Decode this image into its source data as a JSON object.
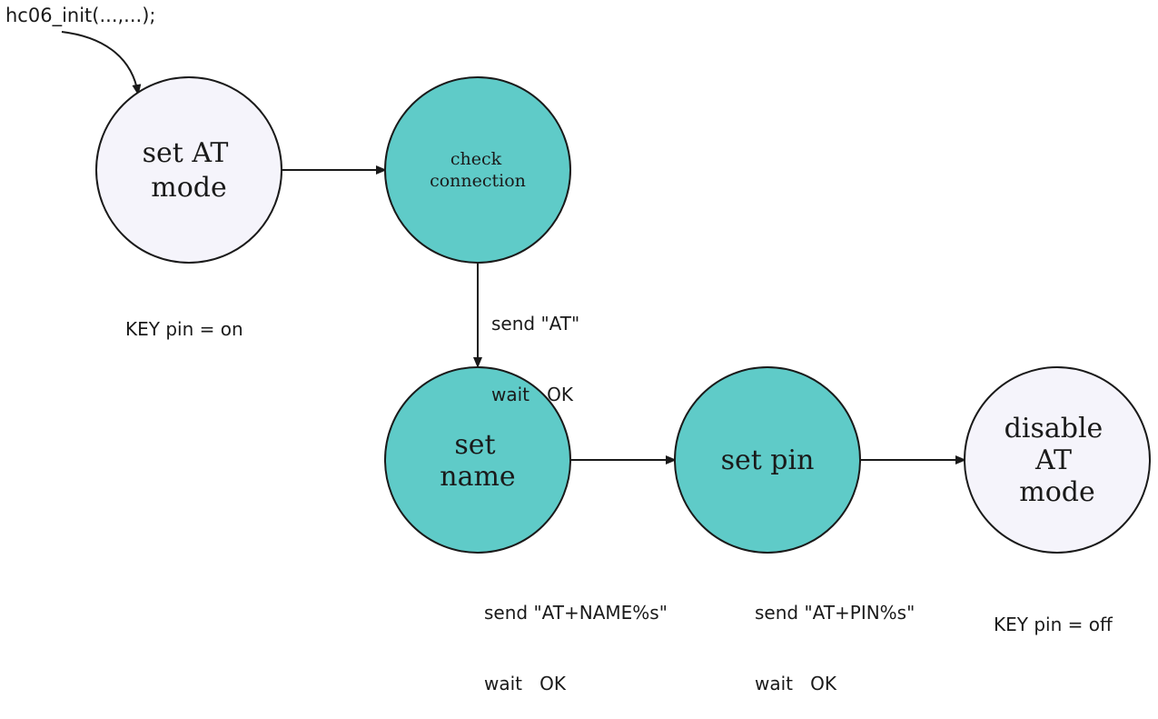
{
  "entry_call": "hc06_init(...,...);",
  "nodes": {
    "set_at_mode": {
      "lines": [
        "set AT",
        "mode"
      ],
      "fill": "#f5f4fb"
    },
    "check_connection": {
      "lines": [
        "check",
        "connection"
      ],
      "fill": "#5fcbc8"
    },
    "set_name": {
      "lines": [
        "set",
        "name"
      ],
      "fill": "#5fcbc8"
    },
    "set_pin": {
      "lines": [
        "set pin"
      ],
      "fill": "#5fcbc8"
    },
    "disable_at_mode": {
      "lines": [
        "disable",
        "AT",
        "mode"
      ],
      "fill": "#f5f4fb"
    }
  },
  "labels": {
    "set_at_mode": [
      "KEY pin = on"
    ],
    "check_connection": [
      "send \"AT\"",
      "wait   OK"
    ],
    "set_name": [
      "send \"AT+NAME%s\"",
      "wait   OK"
    ],
    "set_pin": [
      "send \"AT+PIN%s\"",
      "wait   OK"
    ],
    "disable_at_mode": [
      "KEY pin = off"
    ]
  },
  "colors": {
    "stroke": "#1a1a1a",
    "node_light": "#f5f4fb",
    "node_teal": "#5fcbc8"
  }
}
